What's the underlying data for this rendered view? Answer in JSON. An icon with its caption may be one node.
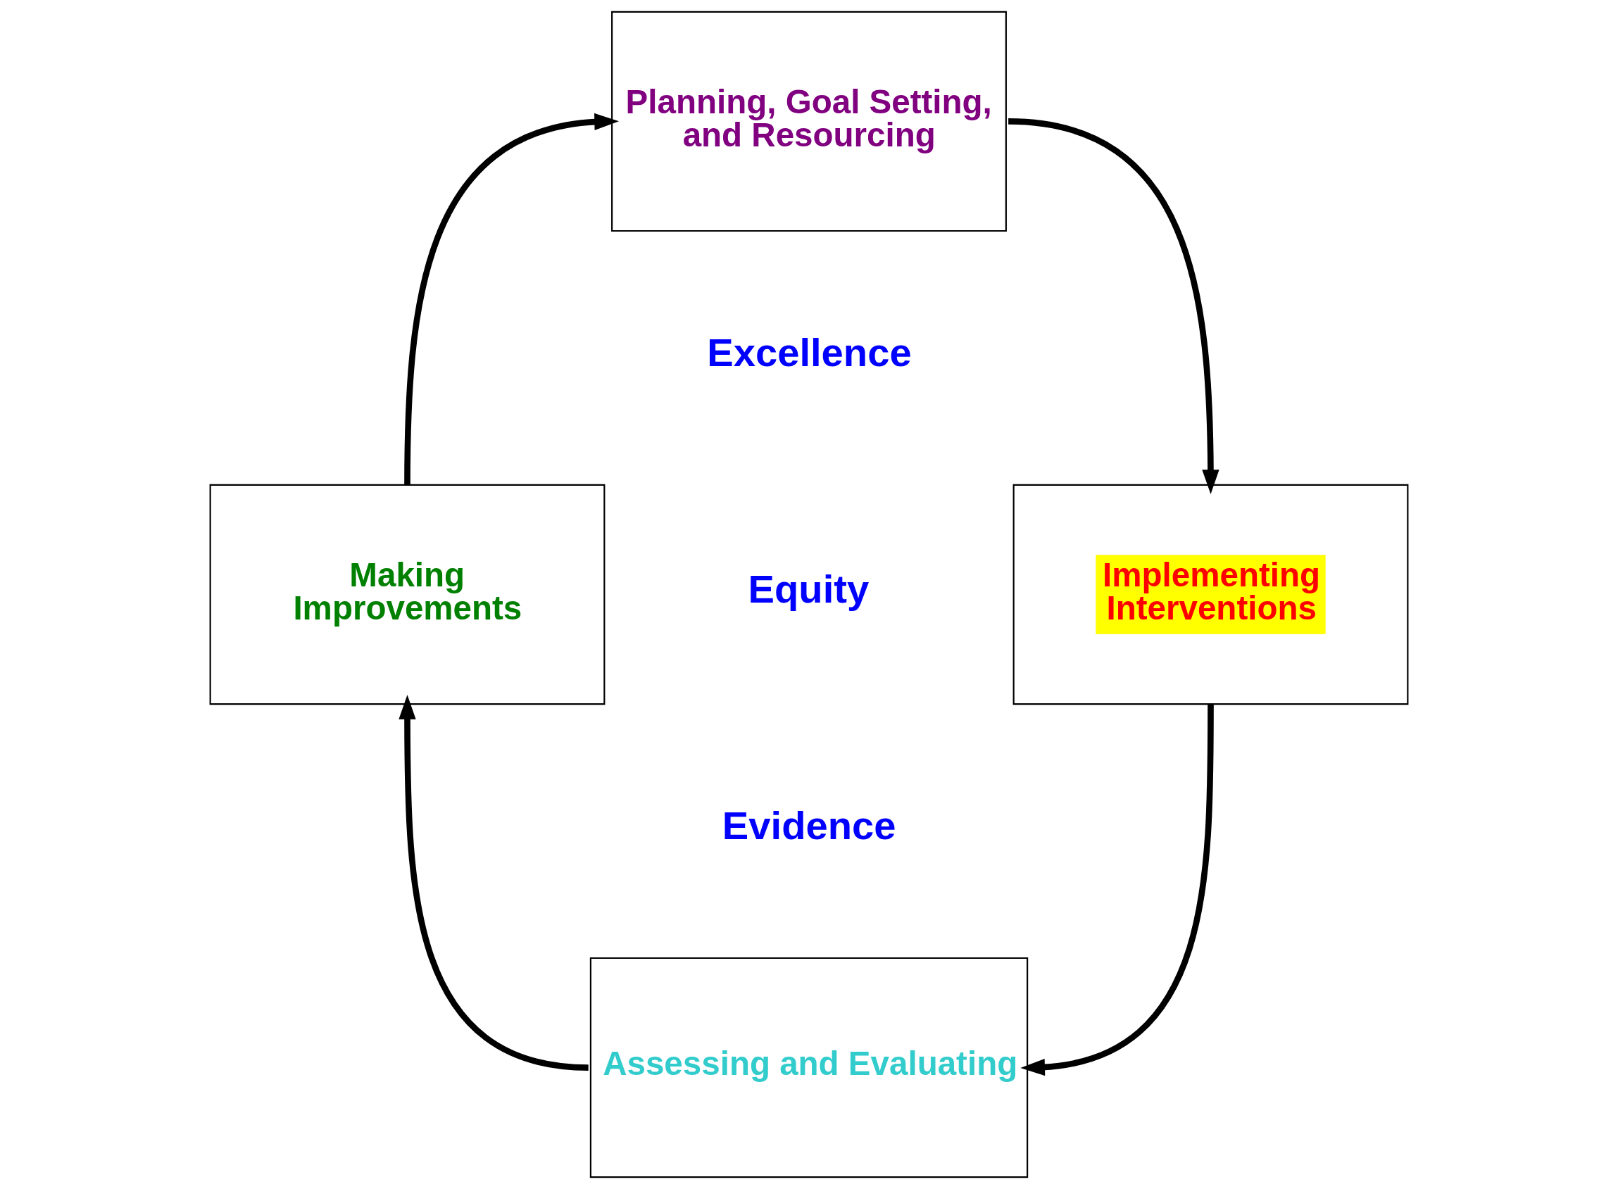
{
  "diagram": {
    "nodes": [
      {
        "text": [
          "Planning, Goal Setting, and Resourcing"
        ]
      },
      {
        "text": [
          "Implementing Interventions"
        ]
      },
      {
        "text": [
          "Assessing and Evaluating"
        ]
      },
      {
        "text": [
          "Making Improvements"
        ]
      }
    ],
    "edges": [
      {
        "from": 0,
        "to": 1,
        "arrow": "to"
      },
      {
        "from": 1,
        "to": 2,
        "arrow": "to"
      },
      {
        "from": 2,
        "to": 3,
        "arrow": "to"
      },
      {
        "from": 3,
        "to": 0,
        "arrow": "to"
      }
    ],
    "labels": [
      "Excellence",
      "Equity",
      "Evidence"
    ]
  }
}
